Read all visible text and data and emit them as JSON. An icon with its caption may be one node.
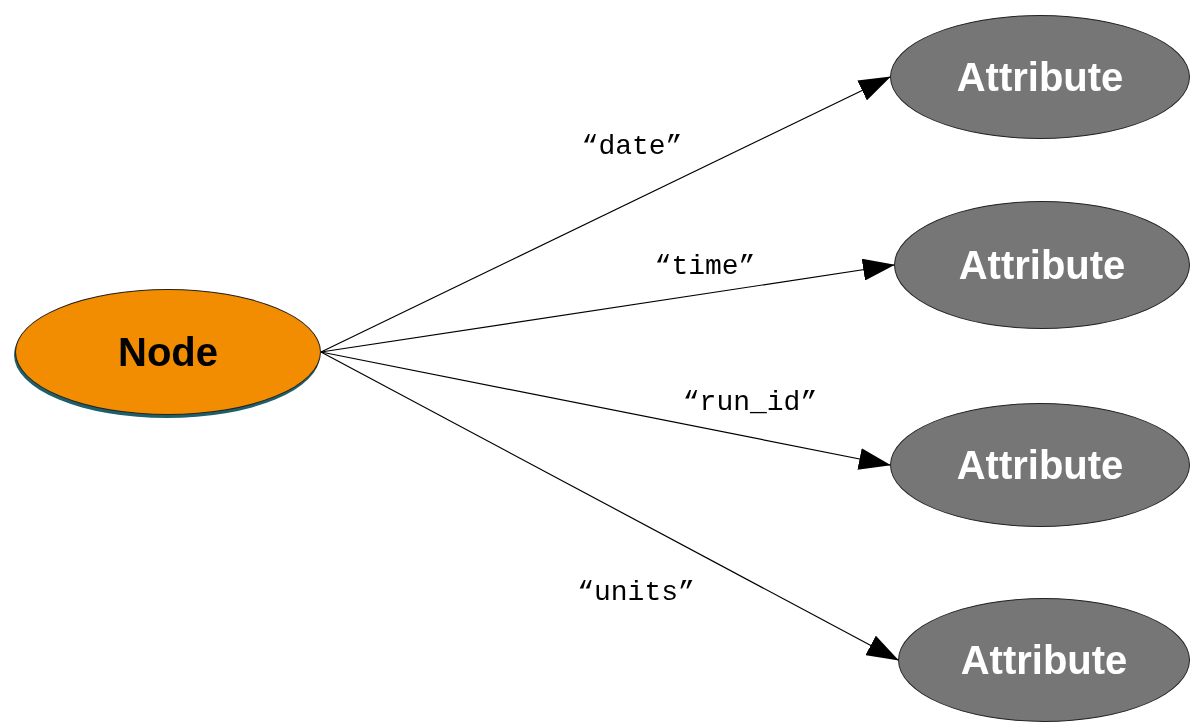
{
  "diagram": {
    "nodes": [
      {
        "text": [
          "Node"
        ]
      },
      {
        "text": [
          "Attribute"
        ]
      },
      {
        "text": [
          "Attribute"
        ]
      },
      {
        "text": [
          "Attribute"
        ]
      },
      {
        "text": [
          "Attribute"
        ]
      }
    ],
    "edges": [
      {
        "from": 0,
        "to": 1,
        "arrow": "to",
        "label": "“date”"
      },
      {
        "from": 0,
        "to": 2,
        "arrow": "to",
        "label": "“time”"
      },
      {
        "from": 0,
        "to": 3,
        "arrow": "to",
        "label": "“run_id”"
      },
      {
        "from": 0,
        "to": 4,
        "arrow": "to",
        "label": "“units”"
      }
    ]
  }
}
